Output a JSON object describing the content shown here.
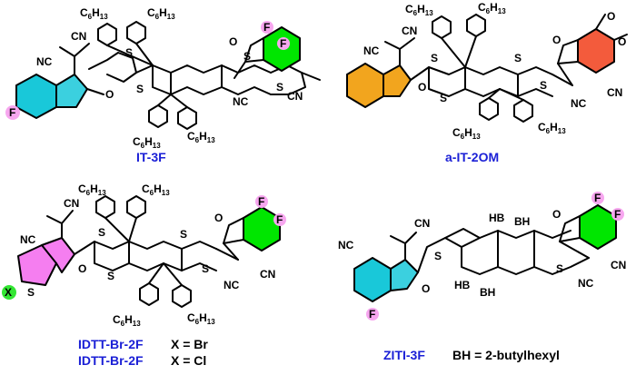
{
  "molecules": [
    {
      "name": "IT-3F",
      "side_chains": [
        "C6H13",
        "C6H13",
        "C6H13",
        "C6H13"
      ],
      "atoms": {
        "thiophene": "S",
        "cyano": "NC",
        "cyano_r": "CN",
        "fluorine": "F",
        "oxygen": "O"
      },
      "colors": {
        "left_endgroup": "#19c8d9",
        "right_endgroup": "#00e600",
        "fluorine_highlight": "#f7a6ef"
      }
    },
    {
      "name": "a-IT-2OM",
      "side_chains": [
        "C6H13",
        "C6H13",
        "C6H13",
        "C6H13"
      ],
      "atoms": {
        "thiophene": "S",
        "cyano": "NC",
        "cyano_r": "CN",
        "oxygen": "O",
        "methoxy": "O"
      },
      "colors": {
        "left_endgroup": "#f2a51e",
        "right_endgroup": "#f35b3c"
      }
    },
    {
      "name": "IDTT-Br-2F",
      "name_2": "IDTT-Br-2F",
      "substituent_1": "X = Br",
      "substituent_2": "X = Cl",
      "side_chains": [
        "C6H13",
        "C6H13",
        "C6H13",
        "C6H13"
      ],
      "atoms": {
        "thiophene": "S",
        "cyano": "NC",
        "cyano_r": "CN",
        "fluorine": "F",
        "x": "X",
        "oxygen": "O"
      },
      "colors": {
        "left_endgroup": "#f57ef0",
        "right_endgroup": "#00e600",
        "x_highlight": "#33e633",
        "fluorine_highlight": "#f7a6ef"
      }
    },
    {
      "name": "ZITI-3F",
      "bh_definition": "BH = 2-butylhexyl",
      "side_chains": [
        "HB",
        "BH",
        "HB",
        "BH"
      ],
      "atoms": {
        "thiophene": "S",
        "cyano": "NC",
        "cyano_r": "CN",
        "fluorine": "F",
        "oxygen": "O"
      },
      "colors": {
        "left_endgroup": "#19c8d9",
        "right_endgroup": "#00e600",
        "fluorine_highlight": "#f7a6ef"
      }
    }
  ],
  "ui": {
    "chain_main": "C",
    "chain_sub_6": "6",
    "chain_h": "H",
    "chain_sub_13": "13"
  }
}
